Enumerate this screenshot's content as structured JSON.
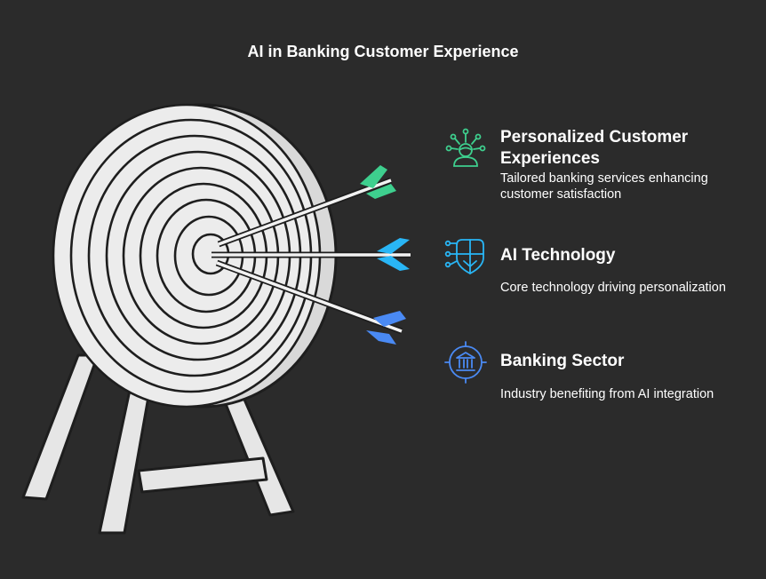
{
  "title": "AI in Banking Customer Experience",
  "items": [
    {
      "heading": "Personalized Customer Experiences",
      "description": "Tailored banking services enhancing customer satisfaction",
      "icon": "person-network-icon",
      "color": "#3ecf8e"
    },
    {
      "heading": "AI Technology",
      "description": "Core technology driving personalization",
      "icon": "ai-shield-circuit-icon",
      "color": "#29b6f6"
    },
    {
      "heading": "Banking Sector",
      "description": "Industry benefiting from AI integration",
      "icon": "bank-target-icon",
      "color": "#4a8af4"
    }
  ]
}
